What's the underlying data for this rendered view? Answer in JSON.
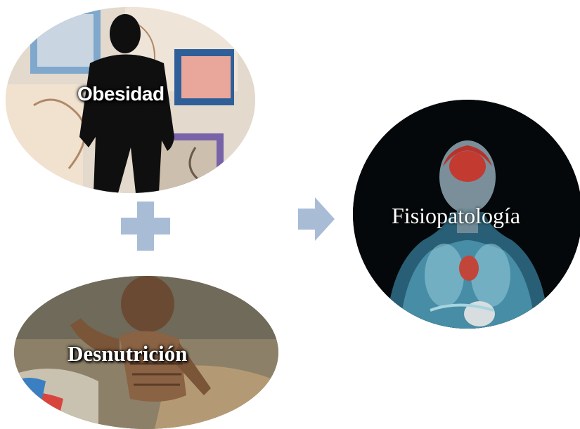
{
  "diagram": {
    "inputs": [
      {
        "label": "Obesidad"
      },
      {
        "label": "Desnutrición"
      }
    ],
    "output": {
      "label": "Fisiopatología"
    },
    "operator_icon": "plus-icon",
    "flow_icon": "arrow-right-icon",
    "colors": {
      "connector": "#a8bcd6",
      "label_text": "#ffffff"
    }
  }
}
